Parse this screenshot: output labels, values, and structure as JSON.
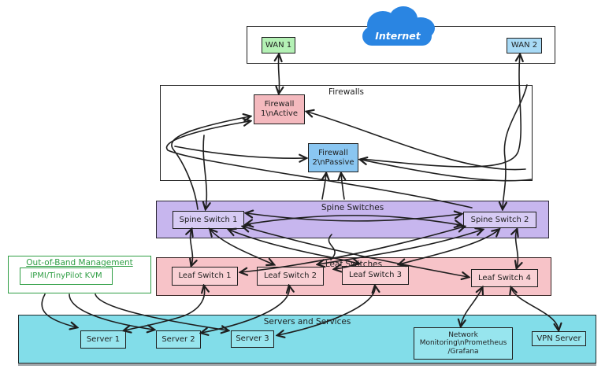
{
  "sections": {
    "firewalls": {
      "label": "Firewalls"
    },
    "spine": {
      "label": "Spine Switches"
    },
    "leaf": {
      "label": "Leaf Switches"
    },
    "servers": {
      "label": "Servers and Services"
    },
    "oob": {
      "label": "Out-of-Band Management"
    }
  },
  "nodes": {
    "internet": {
      "label": "Internet"
    },
    "wan1": {
      "label": "WAN 1"
    },
    "wan2": {
      "label": "WAN 2"
    },
    "firewall1": {
      "line1": "Firewall",
      "line2": "1\\nActive"
    },
    "firewall2": {
      "line1": "Firewall",
      "line2": "2\\nPassive"
    },
    "spine1": {
      "label": "Spine Switch 1"
    },
    "spine2": {
      "label": "Spine Switch 2"
    },
    "leaf1": {
      "label": "Leaf Switch 1"
    },
    "leaf2": {
      "label": "Leaf Switch 2"
    },
    "leaf3": {
      "label": "Leaf Switch 3"
    },
    "leaf4": {
      "label": "Leaf Switch 4"
    },
    "server1": {
      "label": "Server 1"
    },
    "server2": {
      "label": "Server 2"
    },
    "server3": {
      "label": "Server 3"
    },
    "netmon": {
      "line1": "Network",
      "line2": "Monitoring\\nPrometheus",
      "line3": "/Grafana"
    },
    "vpn": {
      "label": "VPN Server"
    },
    "kvm": {
      "label": "IPMI/TinyPilot KVM"
    }
  },
  "colors": {
    "ink": "#1e1e1e",
    "cloud_blue": "#2a85e2",
    "wan1_green": "#b4f1b5",
    "wan2_blue": "#a8daf6",
    "firewall1_pink": "#f4b9be",
    "firewall2_blue": "#8ac6f1",
    "spine_band": "#c7b6ee",
    "spine_box": "#d7cbf4",
    "leaf_band": "#f7c3c8",
    "leaf_box": "#f9d0d4",
    "servers_band": "#82dde9",
    "server_box": "#97e5ee",
    "oob_green": "#2f9e44"
  }
}
